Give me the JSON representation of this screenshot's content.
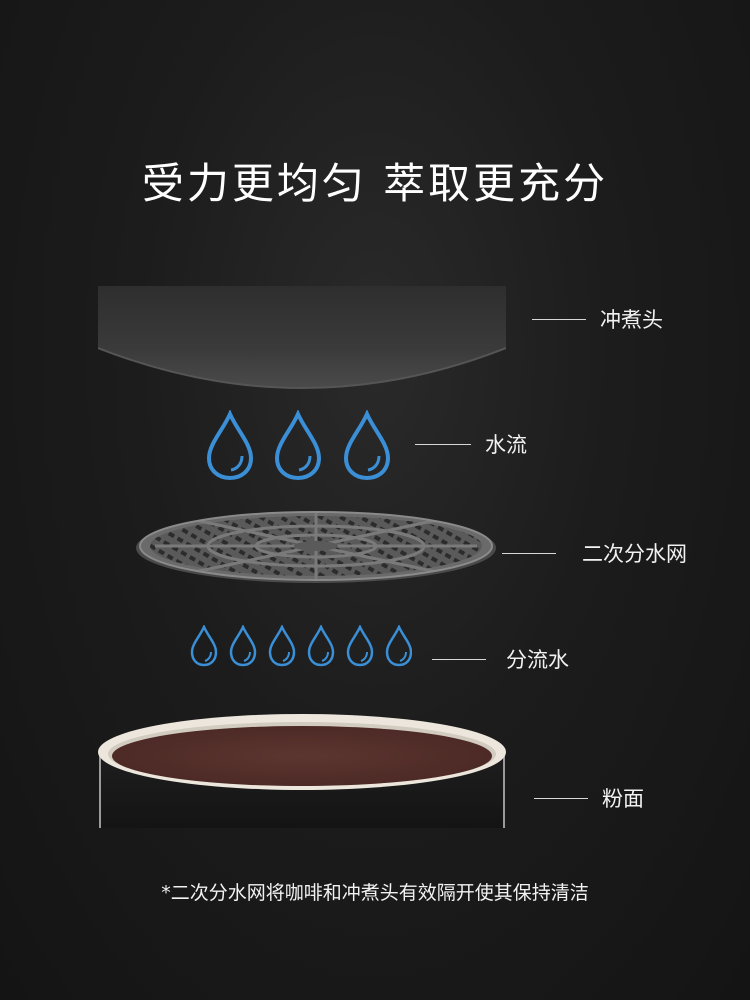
{
  "title": "受力更均匀 萃取更充分",
  "layers": {
    "brew_head": {
      "label": "冲煮头",
      "icon": "brew-head-disc"
    },
    "water_flow": {
      "label": "水流",
      "icon": "water-drop-icon",
      "drops": 3
    },
    "screen": {
      "label": "二次分水网",
      "icon": "shower-screen-mesh"
    },
    "split_water": {
      "label": "分流水",
      "icon": "water-drop-icon",
      "drops": 6
    },
    "powder": {
      "label": "粉面",
      "icon": "coffee-puck"
    }
  },
  "footnote": "*二次分水网将咖啡和冲煮头有效隔开使其保持清洁",
  "colors": {
    "drop_stroke": "#3a8fd6",
    "coffee": "#55302b",
    "cup_rim": "#ece6dc",
    "text": "#ffffff"
  }
}
